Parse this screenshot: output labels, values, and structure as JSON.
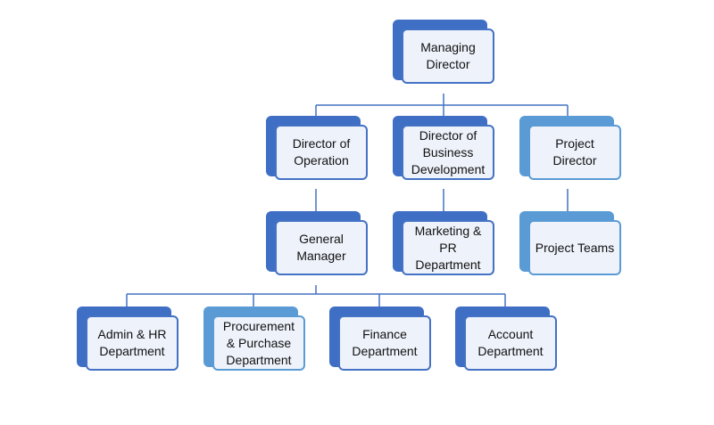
{
  "nodes": {
    "managing_director": "Managing\nDirector",
    "director_operation": "Director of\nOperation",
    "director_business": "Director of\nBusiness\nDevelopment",
    "project_director": "Project\nDirector",
    "general_manager": "General\nManager",
    "marketing_pr": "Marketing &\nPR\nDepartment",
    "project_teams": "Project Teams",
    "admin_hr": "Admin & HR\nDepartment",
    "procurement": "Procurement\n& Purchase\nDepartment",
    "finance": "Finance\nDepartment",
    "account": "Account\nDepartment"
  },
  "colors": {
    "dark_shadow": "#3f6fc4",
    "light_shadow": "#5b9bd5",
    "card_fill": "#eef2fa",
    "connector": "#4472c4"
  }
}
